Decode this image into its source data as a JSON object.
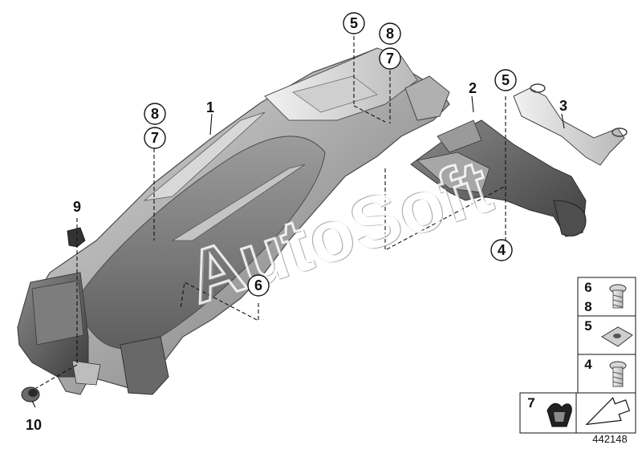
{
  "diagram": {
    "callouts": {
      "c5_top": "5",
      "c8_top": "8",
      "c7_top": "7",
      "c5_right": "5",
      "c8_left": "8",
      "c7_left": "7",
      "c6_mid": "6",
      "c4_right": "4"
    },
    "labels": {
      "l1": "1",
      "l2": "2",
      "l3": "3",
      "l9": "9",
      "l10": "10"
    },
    "legend": {
      "row1_a": "6",
      "row1_b": "8",
      "row2": "5",
      "row3": "4",
      "row4": "7"
    },
    "watermark": "AutoSoft",
    "diagram_number": "442148"
  }
}
